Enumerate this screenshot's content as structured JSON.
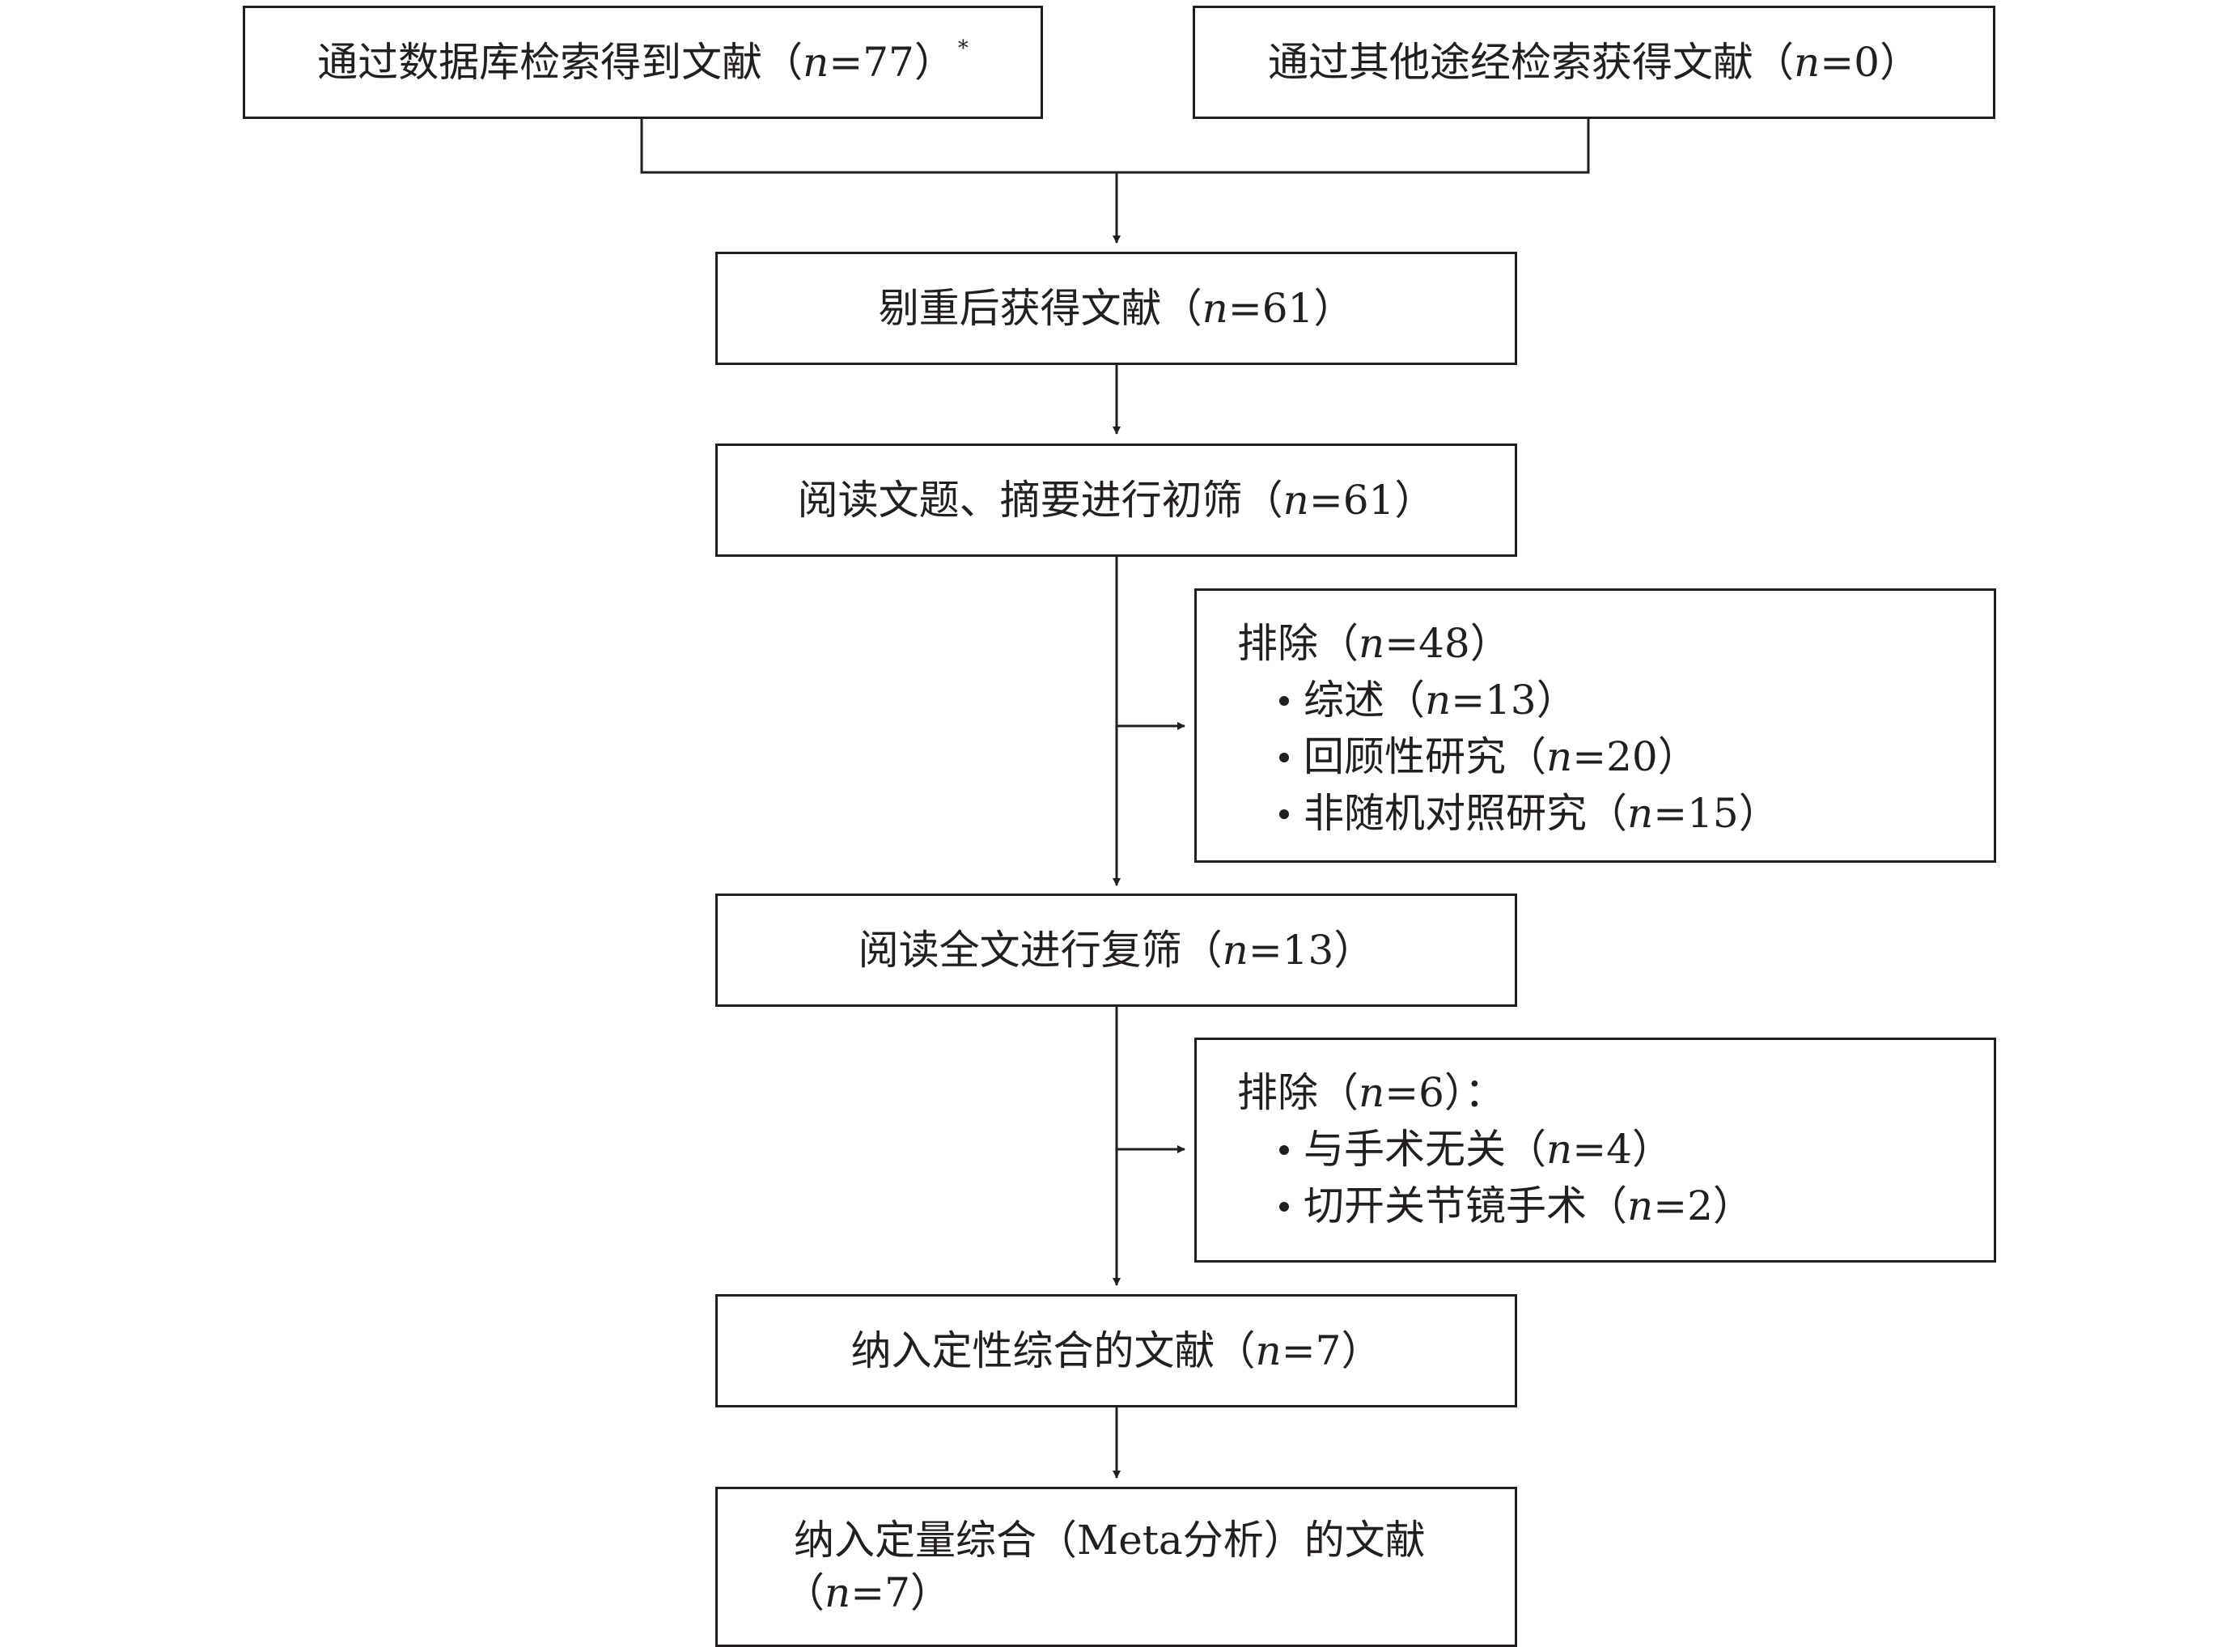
{
  "nodes": {
    "db_search": {
      "pre": "通过数据库检索得到文献（",
      "n": "n",
      "post": "=77）",
      "mark": "*"
    },
    "other_search": {
      "pre": "通过其他途经检索获得文献（",
      "n": "n",
      "post": "=0）"
    },
    "dedup": {
      "pre": "剔重后获得文献（",
      "n": "n",
      "post": "=61）"
    },
    "title_screen": {
      "pre": "阅读文题、摘要进行初筛（",
      "n": "n",
      "post": "=61）"
    },
    "fulltext": {
      "pre": "阅读全文进行复筛（",
      "n": "n",
      "post": "=13）"
    },
    "qualitative": {
      "pre": "纳入定性综合的文献（",
      "n": "n",
      "post": "=7）"
    },
    "quantitative": {
      "line1": "纳入定量综合（Meta分析）的文献",
      "pre": "（",
      "n": "n",
      "post": "=7）"
    }
  },
  "exclude1": {
    "header": {
      "pre": "排除（",
      "n": "n",
      "post": "=48）"
    },
    "items": [
      {
        "pre": "综述（",
        "n": "n",
        "post": "=13）"
      },
      {
        "pre": "回顾性研究（",
        "n": "n",
        "post": "=20）"
      },
      {
        "pre": "非随机对照研究（",
        "n": "n",
        "post": "=15）"
      }
    ]
  },
  "exclude2": {
    "header": {
      "pre": "排除（",
      "n": "n",
      "post": "=6）："
    },
    "items": [
      {
        "pre": "与手术无关（",
        "n": "n",
        "post": "=4）"
      },
      {
        "pre": "切开关节镜手术（",
        "n": "n",
        "post": "=2）"
      }
    ]
  }
}
